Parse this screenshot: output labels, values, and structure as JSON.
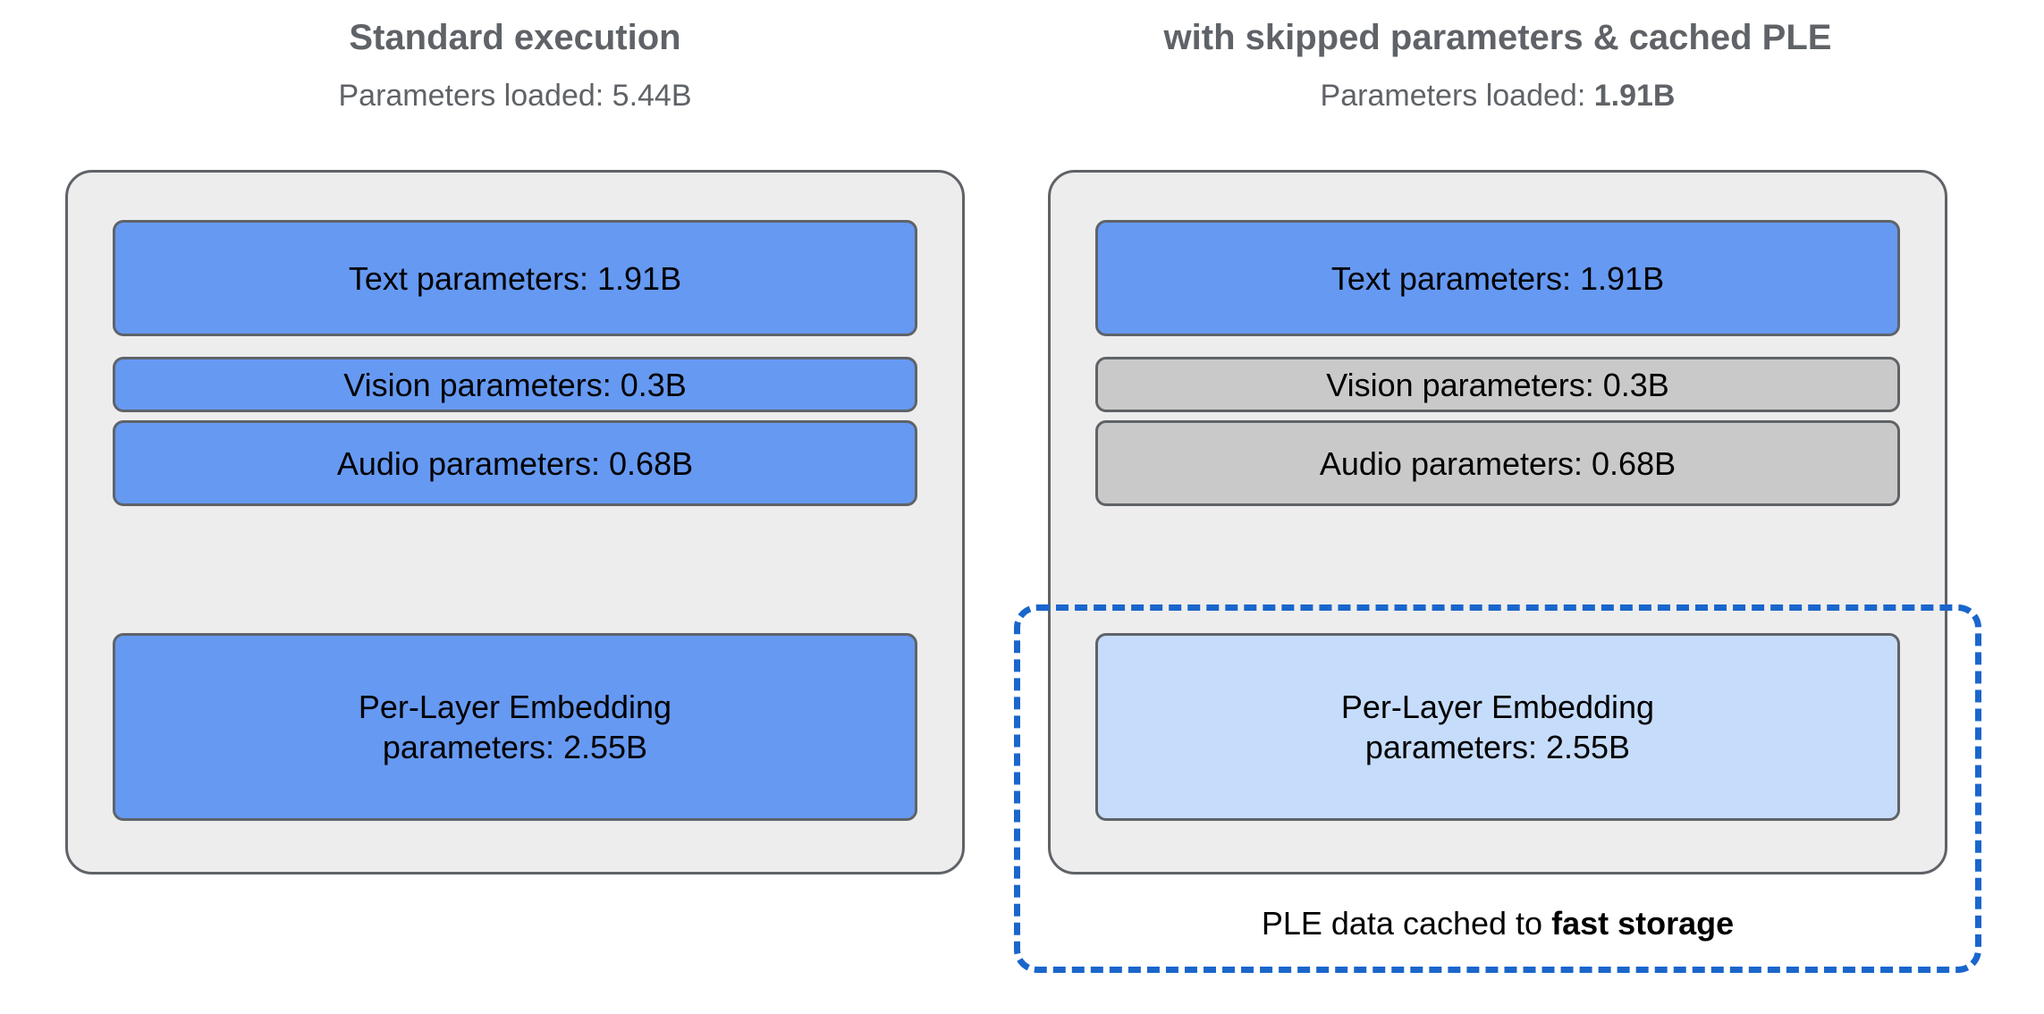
{
  "columns": [
    {
      "title": "Standard execution",
      "subtitle_label": "Parameters loaded: ",
      "subtitle_value": "5.44B",
      "subtitle_value_bold": false,
      "boxes": [
        {
          "label": "Text parameters: 1.91B",
          "state": "active"
        },
        {
          "label": "Vision parameters: 0.3B",
          "state": "active"
        },
        {
          "label": "Audio parameters: 0.68B",
          "state": "active"
        },
        {
          "label_line1": "Per-Layer Embedding",
          "label_line2": "parameters: 2.55B",
          "state": "active"
        }
      ]
    },
    {
      "title": "with skipped parameters & cached PLE",
      "subtitle_label": "Parameters loaded: ",
      "subtitle_value": "1.91B",
      "subtitle_value_bold": true,
      "boxes": [
        {
          "label": "Text parameters: 1.91B",
          "state": "active"
        },
        {
          "label": "Vision parameters: 0.3B",
          "state": "skipped"
        },
        {
          "label": "Audio parameters: 0.68B",
          "state": "skipped"
        },
        {
          "label_line1": "Per-Layer Embedding",
          "label_line2": "parameters: 2.55B",
          "state": "cached"
        }
      ]
    }
  ],
  "cache": {
    "caption_prefix": "PLE data cached to ",
    "caption_emphasis": "fast storage"
  },
  "colors": {
    "active_box": "#6699f2",
    "skipped_box": "#c9c9c9",
    "cached_box": "#c6dcfb",
    "panel_bg": "#ededed",
    "box_border": "#5f6368",
    "accent_dashed": "#1a66cc",
    "title_text": "#5f6368",
    "body_text": "#000000",
    "background": "#ffffff"
  }
}
